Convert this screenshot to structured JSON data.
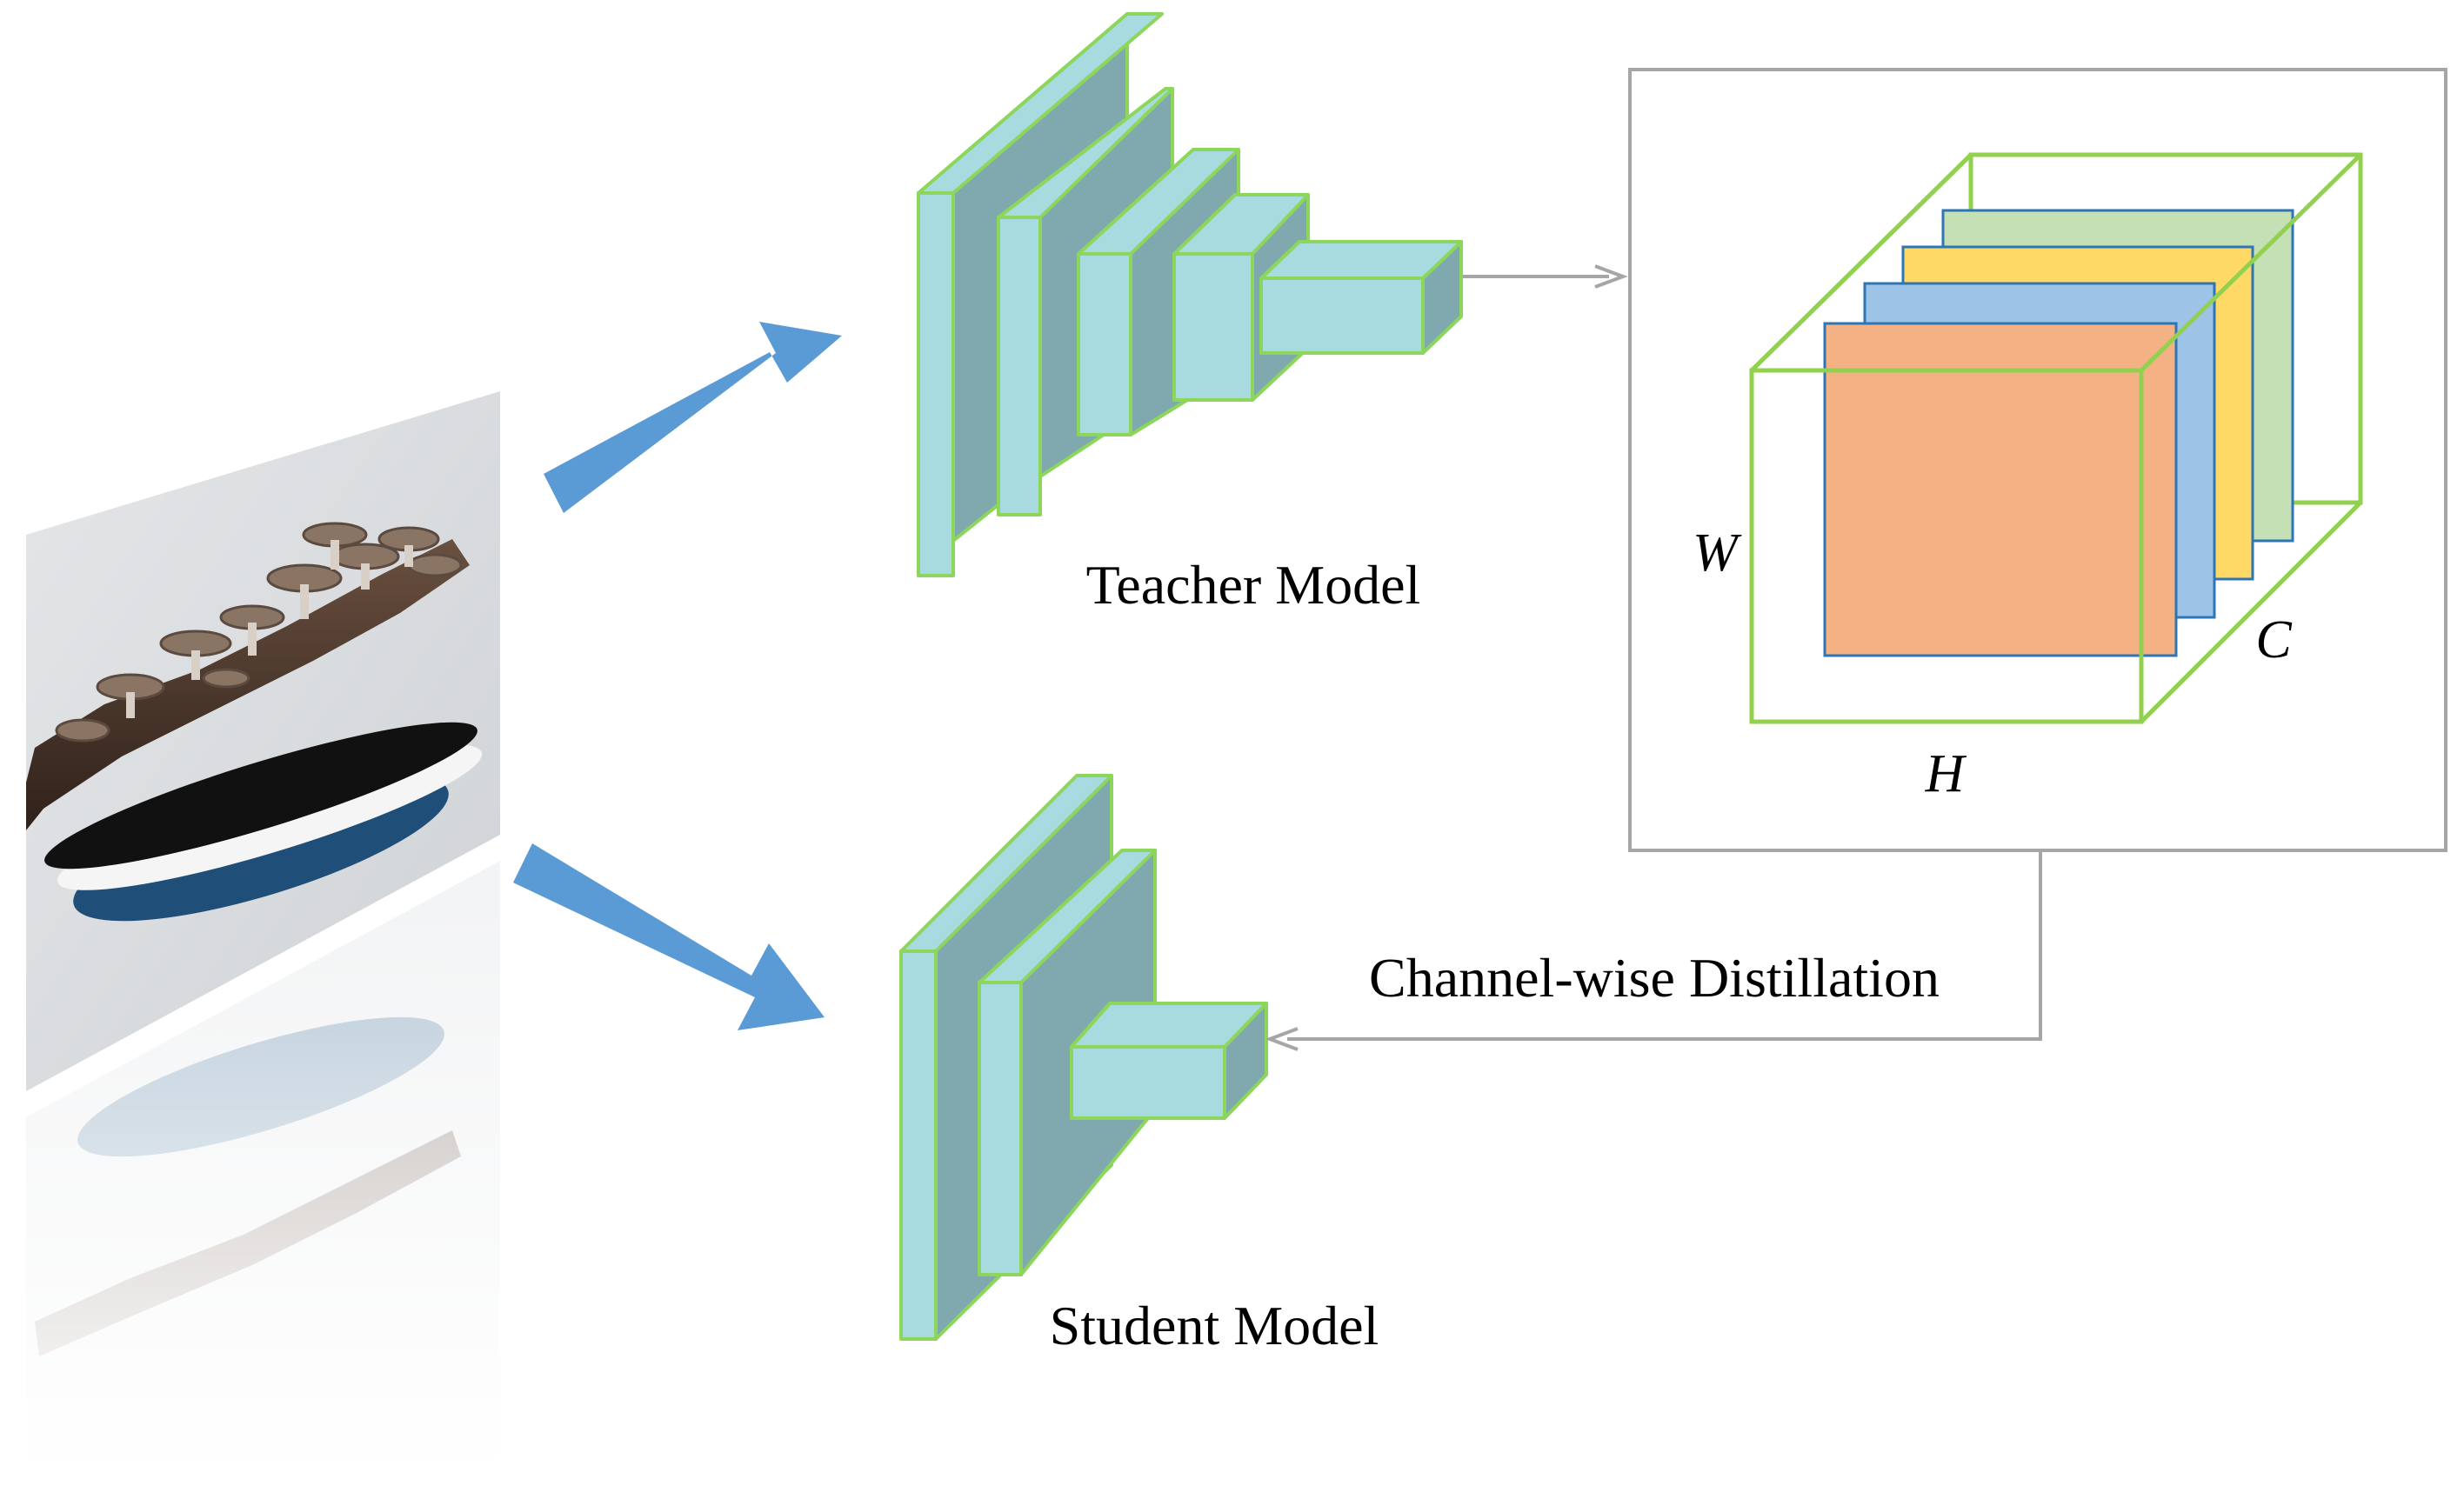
{
  "labels": {
    "teacher": "Teacher Model",
    "student": "Student Model",
    "distillation": "Channel-wise Distillation",
    "dim_w": "W",
    "dim_h": "H",
    "dim_c": "C"
  },
  "photo": {
    "subject": "shiitake-mushroom-log-photo"
  },
  "colors": {
    "layer_front": "#a8dbdf",
    "layer_side": "#7fa9ae",
    "layer_edge": "#8cd65b",
    "arrow_blue": "#5b9bd5",
    "connector_gray": "#a6a6a6",
    "channel_orange": "#f4b183",
    "channel_blue": "#9dc3e6",
    "channel_yellow": "#ffd966",
    "channel_green": "#c5e0b4",
    "cube_outline": "#92d050"
  }
}
